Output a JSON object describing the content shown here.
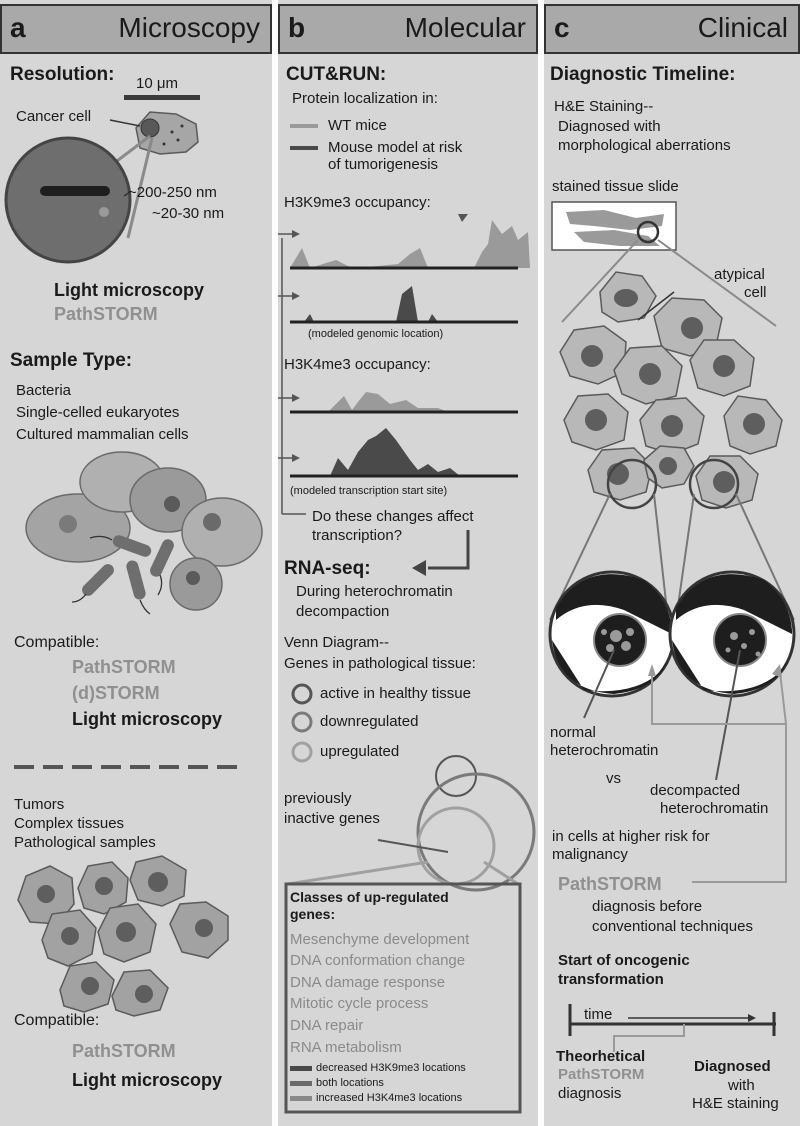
{
  "panel_a": {
    "letter": "a",
    "title": "Microscopy",
    "resolution_heading": "Resolution:",
    "scale_label": "10 μm",
    "cancer_cell": "Cancer cell",
    "res1": "~200-250 nm",
    "res2": "~20-30 nm",
    "method1": "Light microscopy",
    "method2": "PathSTORM",
    "sample_heading": "Sample Type:",
    "samples1": [
      "Bacteria",
      "Single-celled eukaryotes",
      "Cultured mammalian cells"
    ],
    "compatible_label": "Compatible:",
    "compat1": [
      "PathSTORM",
      "(d)STORM",
      "Light microscopy"
    ],
    "samples2": [
      "Tumors",
      "Complex tissues",
      "Pathological samples"
    ],
    "compat2": [
      "PathSTORM",
      "Light microscopy"
    ]
  },
  "panel_b": {
    "letter": "b",
    "title": "Molecular",
    "cutrun_heading": "CUT&RUN:",
    "protein_loc": "Protein localization in:",
    "legend_wt": "WT mice",
    "legend_model_1": "Mouse model at risk",
    "legend_model_2": "of tumorigenesis",
    "h3k9": "H3K9me3 occupancy:",
    "genomic_loc": "(modeled genomic location)",
    "h3k4": "H3K4me3 occupancy:",
    "tss": "(modeled transcription start site)",
    "question_1": "Do these changes affect",
    "question_2": "transcription?",
    "rnaseq_heading": "RNA-seq:",
    "rnaseq_1": "During heterochromatin",
    "rnaseq_2": "decompaction",
    "venn_1": "Venn Diagram--",
    "venn_2": "Genes in pathological tissue:",
    "venn_legend": [
      "active in healthy tissue",
      "downregulated",
      "upregulated"
    ],
    "inactive_1": "previously",
    "inactive_2": "inactive genes",
    "classes_heading_1": "Classes of up-regulated",
    "classes_heading_2": "genes:",
    "classes": [
      "Mesenchyme development",
      "DNA conformation change",
      "DNA damage response",
      "Mitotic cycle process",
      "DNA repair",
      "RNA metabolism"
    ],
    "classes_legend": [
      "decreased H3K9me3 locations",
      "both locations",
      "increased H3K4me3 locations"
    ]
  },
  "panel_c": {
    "letter": "c",
    "title": "Clinical",
    "timeline_heading": "Diagnostic Timeline:",
    "he_1": "H&E Staining--",
    "he_2": "Diagnosed with",
    "he_3": "morphological aberrations",
    "slide_label": "stained tissue slide",
    "atypical_1": "atypical",
    "atypical_2": "cell",
    "normal_1": "normal",
    "normal_2": "heterochromatin",
    "vs": "vs",
    "decompacted_1": "decompacted",
    "decompacted_2": "heterochromatin",
    "risk_1": "in cells at higher risk for",
    "risk_2": "malignancy",
    "pathstorm": "PathSTORM",
    "diag_1": "diagnosis before",
    "diag_2": "conventional techniques",
    "onco_1": "Start of oncogenic",
    "onco_2": "transformation",
    "time": "time",
    "theo_1": "Theorhetical",
    "theo_2": "PathSTORM",
    "theo_3": "diagnosis",
    "dx_1": "Diagnosed",
    "dx_2": "with",
    "dx_3": "H&E staining"
  },
  "colors": {
    "panel_bg": "#d6d6d6",
    "header_bg": "#a9a9a9",
    "light_grey": "#9a9a9a",
    "dark": "#3a3a3a"
  }
}
